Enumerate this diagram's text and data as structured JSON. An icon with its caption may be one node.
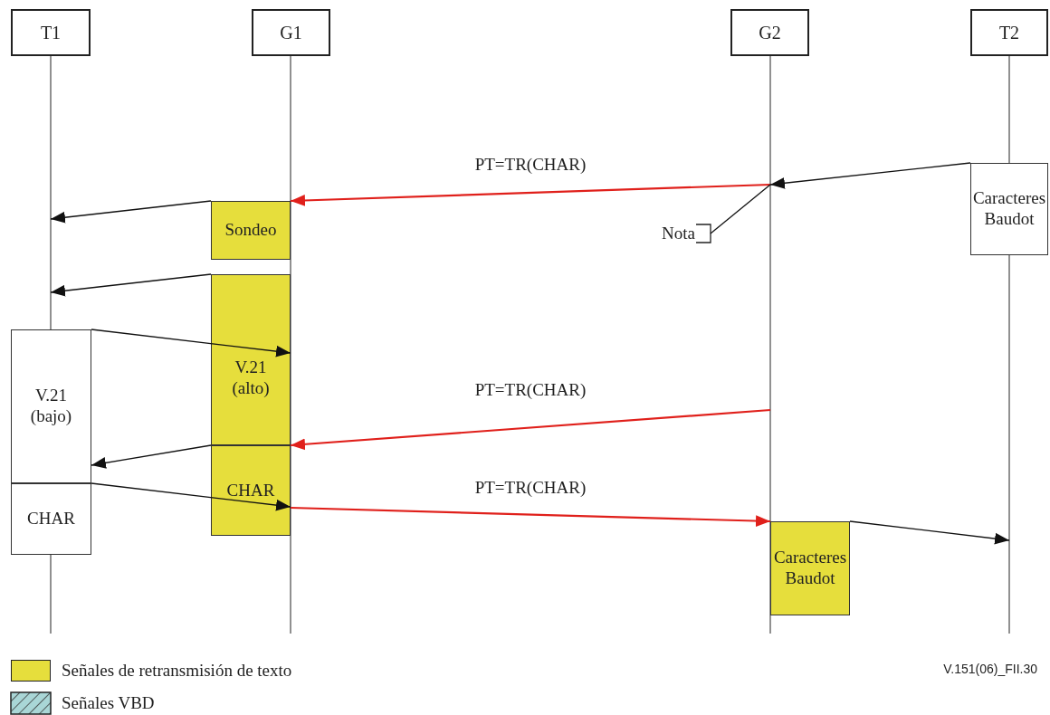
{
  "diagram": {
    "nodes": [
      {
        "text": [
          "T1"
        ]
      },
      {
        "text": [
          "G1"
        ]
      },
      {
        "text": [
          "G2"
        ]
      },
      {
        "text": [
          "T2"
        ]
      },
      {
        "text": [
          "Caracteres Baudot"
        ]
      },
      {
        "text": [
          "Sondeo"
        ]
      },
      {
        "text": [
          "V.21 (alto)"
        ]
      },
      {
        "text": [
          "V.21 (bajo)"
        ]
      },
      {
        "text": [
          "CHAR"
        ]
      },
      {
        "text": [
          "CHAR"
        ]
      },
      {
        "text": [
          "Caracteres Baudot"
        ]
      },
      {
        "text": [
          "Nota"
        ]
      }
    ],
    "edges": [
      {
        "from": 4,
        "to": null,
        "arrow": "to"
      },
      {
        "from": null,
        "to": 5,
        "arrow": "to",
        "label": "PT=TR(CHAR)",
        "color": "#e0201b"
      },
      {
        "from": 5,
        "to": null,
        "arrow": "to"
      },
      {
        "from": 6,
        "to": null,
        "arrow": "to"
      },
      {
        "from": 7,
        "to": 6,
        "arrow": "to"
      },
      {
        "from": null,
        "to": 8,
        "arrow": "to",
        "label": "PT=TR(CHAR)",
        "color": "#e0201b"
      },
      {
        "from": 8,
        "to": 7,
        "arrow": "to"
      },
      {
        "from": 9,
        "to": 8,
        "arrow": "to"
      },
      {
        "from": 8,
        "to": 10,
        "arrow": "to",
        "label": "PT=TR(CHAR)",
        "color": "#e0201b"
      },
      {
        "from": 10,
        "to": null,
        "arrow": "to"
      },
      {
        "from": 11,
        "to": null,
        "arrow": "none"
      }
    ],
    "labels": [
      "V.151(06)_FII.30"
    ],
    "legend": [
      {
        "text": "Señales de retransmisión de texto",
        "color": "#e6de3c"
      },
      {
        "text": "Señales VBD"
      }
    ]
  }
}
